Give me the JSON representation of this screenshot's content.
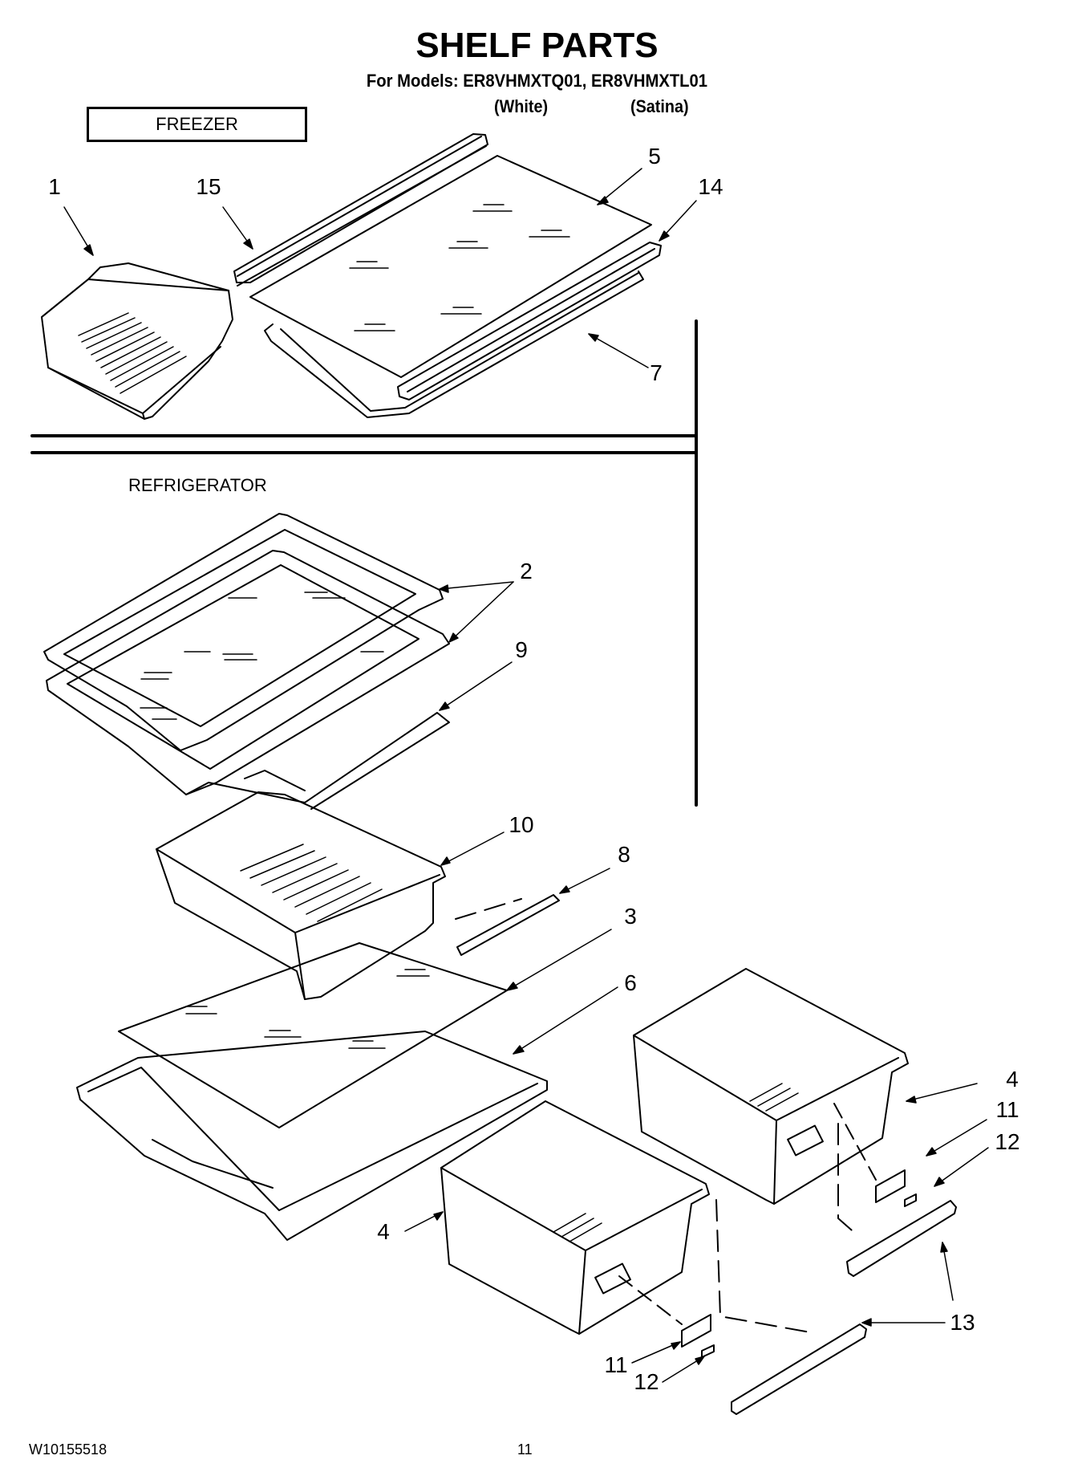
{
  "header": {
    "title": "SHELF PARTS",
    "subtitle": "For Models: ER8VHMXTQ01, ER8VHMXTL01",
    "variants": [
      "(White)",
      "(Satina)"
    ]
  },
  "sections": {
    "freezer": "FREEZER",
    "refrigerator": "REFRIGERATOR"
  },
  "callouts": [
    "1",
    "15",
    "5",
    "14",
    "7",
    "2",
    "9",
    "10",
    "8",
    "3",
    "6",
    "4",
    "11",
    "12",
    "4",
    "11",
    "12",
    "13"
  ],
  "footer": {
    "doc_number": "W10155518",
    "page_number": "11"
  }
}
